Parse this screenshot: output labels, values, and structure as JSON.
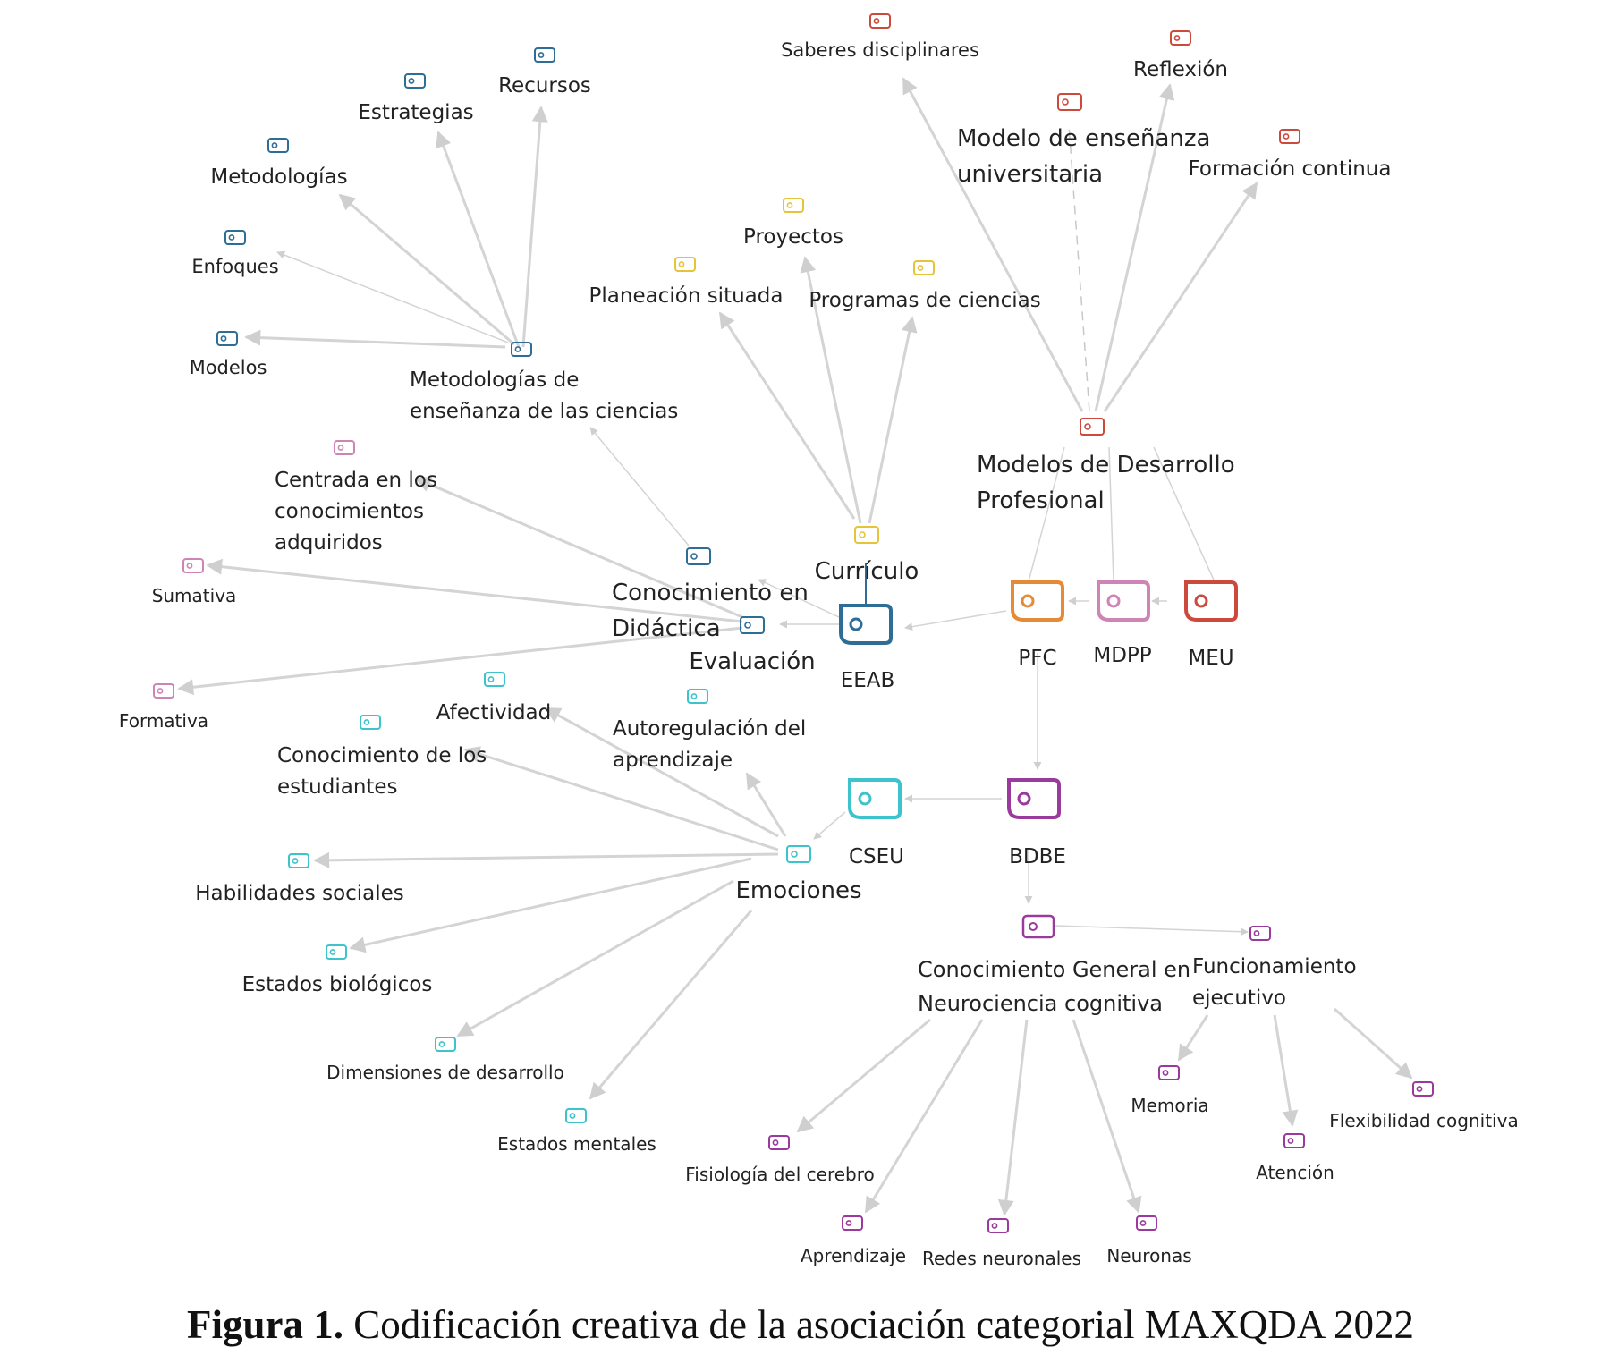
{
  "colors": {
    "blue": "#2e6e96",
    "red": "#cc4a3c",
    "yellow": "#e6c43a",
    "pink": "#cf84b6",
    "orange": "#e58a35",
    "purple": "#9a3a9c",
    "cyan": "#3cc3cc",
    "edge": "#d4d4d4"
  },
  "nodes": {
    "saberes": "Saberes disciplinares",
    "reflexion": "Reflexión",
    "modelo_ens_1": "Modelo de enseñanza",
    "modelo_ens_2": "universitaria",
    "formacion": "Formación continua",
    "recursos": "Recursos",
    "estrategias": "Estrategias",
    "metodologias": "Metodologías",
    "enfoques": "Enfoques",
    "modelos": "Modelos",
    "met_ens_1": "Metodologías de",
    "met_ens_2": "enseñanza de las ciencias",
    "proyectos": "Proyectos",
    "planeacion": "Planeación situada",
    "programas": "Programas de ciencias",
    "mod_des_1": "Modelos de Desarrollo",
    "mod_des_2": "Profesional",
    "centrada_1": "Centrada en los",
    "centrada_2": "conocimientos",
    "centrada_3": "adquiridos",
    "sumativa": "Sumativa",
    "curriculo": "Currículo",
    "cono_did_1": "Conocimiento en",
    "cono_did_2": "Didáctica",
    "evaluacion": "Evaluación",
    "eeab": "EEAB",
    "pfc": "PFC",
    "mdpp": "MDPP",
    "meu": "MEU",
    "formativa": "Formativa",
    "afectividad": "Afectividad",
    "autoreg_1": "Autoregulación del",
    "autoreg_2": "aprendizaje",
    "cono_est_1": "Conocimiento de los",
    "cono_est_2": "estudiantes",
    "cseu": "CSEU",
    "bdbe": "BDBE",
    "habilidades": "Habilidades sociales",
    "emociones": "Emociones",
    "estados_bio": "Estados biológicos",
    "dimensiones": "Dimensiones de desarrollo",
    "estados_men": "Estados mentales",
    "cgn_1": "Conocimiento General en",
    "cgn_2": "Neurociencia cognitiva",
    "func_1": "Funcionamiento",
    "func_2": "ejecutivo",
    "memoria": "Memoria",
    "flexibilidad": "Flexibilidad cognitiva",
    "atencion": "Atención",
    "fisiologia": "Fisiología del cerebro",
    "aprendizaje": "Aprendizaje",
    "redes": "Redes neuronales",
    "neuronas": "Neuronas"
  },
  "caption": {
    "prefix": "Figura 1.",
    "text": " Codificación creativa de la asociación categorial MAXQDA 2022"
  }
}
